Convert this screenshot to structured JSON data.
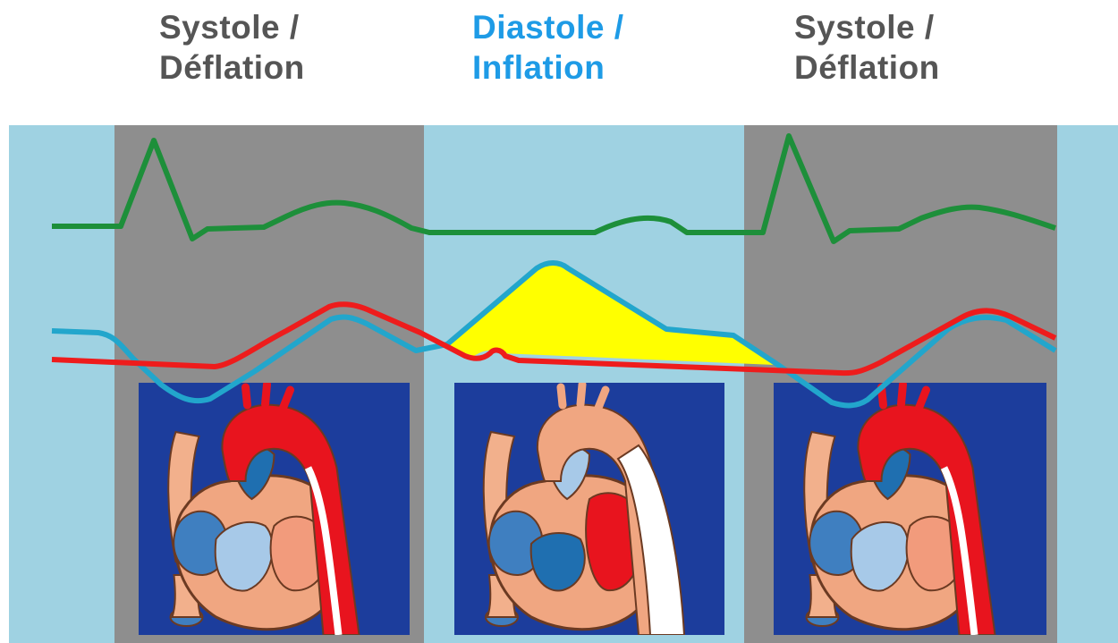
{
  "phases": [
    {
      "line1": "Systole /",
      "line2": "Déflation",
      "state": "deflation"
    },
    {
      "line1": "Diastole /",
      "line2": "Inflation",
      "state": "inflation"
    },
    {
      "line1": "Systole /",
      "line2": "Déflation",
      "state": "deflation"
    }
  ],
  "colors": {
    "systole_band": "#8e8e8e",
    "diastole_band": "#9fd2e2",
    "background_band": "#9fd2e2",
    "ecg_trace": "#1d8f3a",
    "aortic_pressure_trace": "#22a6cc",
    "balloon_pressure_trace": "#ee1c1c",
    "augmentation_fill": "#ffff00",
    "panel_background": "#1c3d9c",
    "active_label": "#1e9be6",
    "inactive_label": "#555555"
  },
  "traces": [
    "ecg-trace",
    "aortic-pressure-trace",
    "balloon-pressure-trace"
  ],
  "panels": [
    {
      "balloon_state": "deflated",
      "icon": "heart-with-deflated-balloon"
    },
    {
      "balloon_state": "inflated",
      "icon": "heart-with-inflated-balloon"
    },
    {
      "balloon_state": "deflated",
      "icon": "heart-with-deflated-balloon"
    }
  ]
}
